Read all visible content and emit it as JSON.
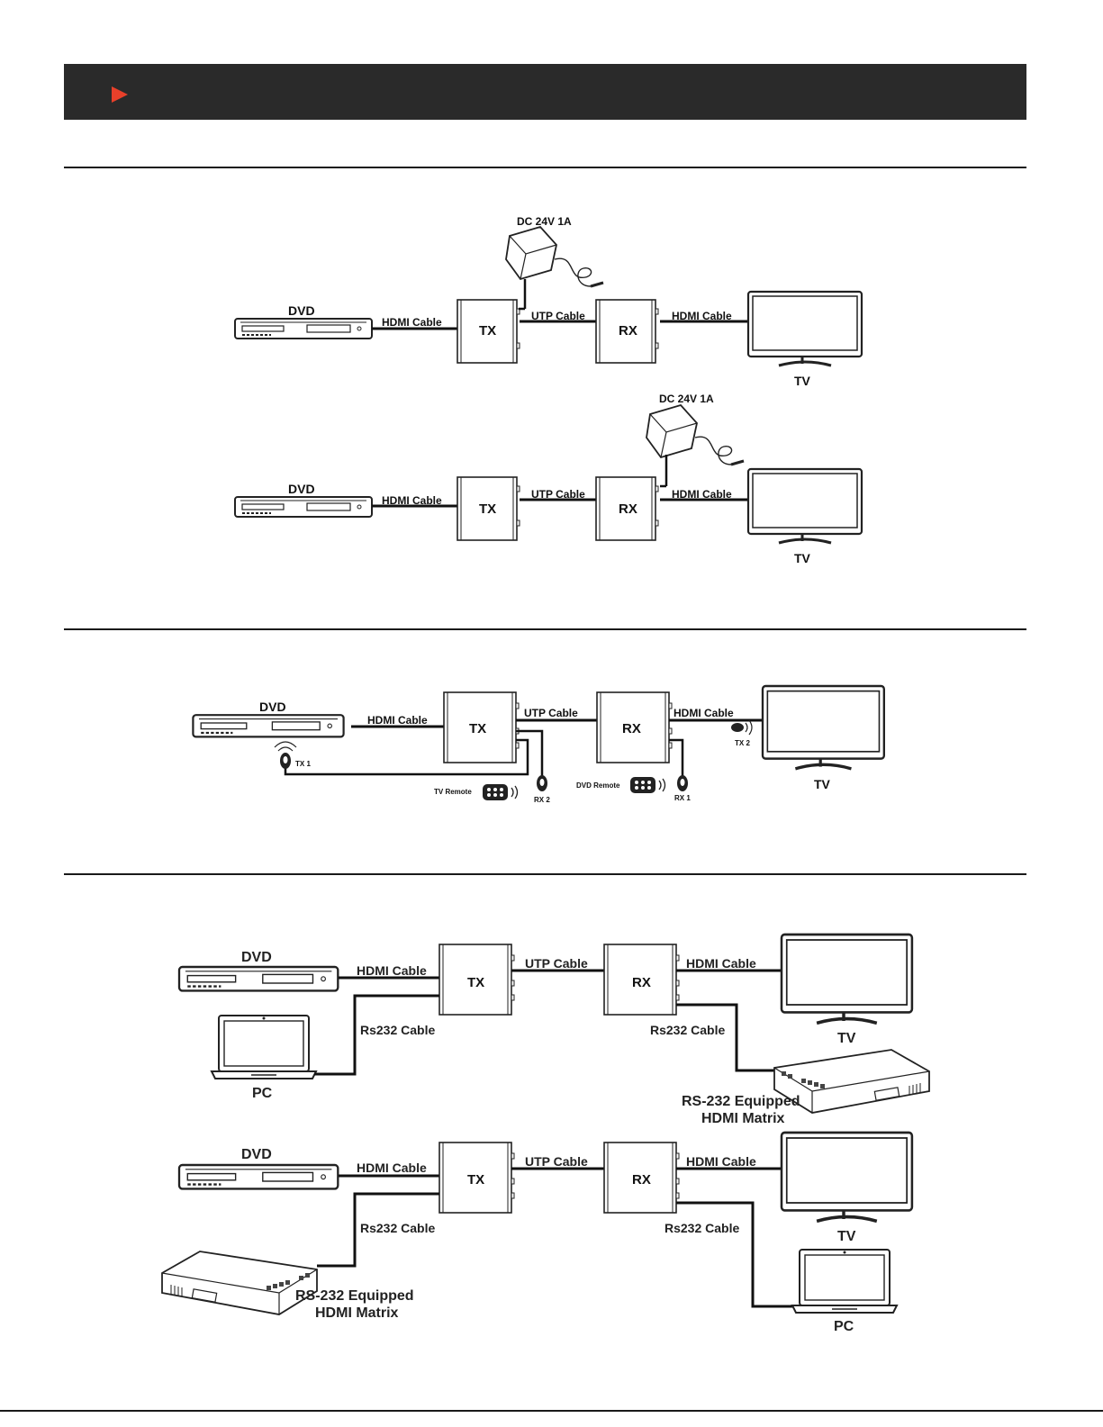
{
  "header": {
    "accent_color": "#e8402a",
    "bar_color": "#2a2a2a",
    "arrow_icon": "play-arrow-icon"
  },
  "labels": {
    "dvd": "DVD",
    "tv": "TV",
    "tx": "TX",
    "rx": "RX",
    "pc": "PC",
    "hdmi_cable": "HDMI Cable",
    "utp_cable": "UTP Cable",
    "rs232_cable": "Rs232 Cable",
    "power": "DC 24V 1A",
    "tx1": "TX 1",
    "tx2": "TX 2",
    "rx1": "RX 1",
    "rx2": "RX 2",
    "tv_remote": "TV Remote",
    "dvd_remote": "DVD Remote",
    "matrix_line1": "RS-232 Equipped",
    "matrix_line2": "HDMI Matrix"
  }
}
